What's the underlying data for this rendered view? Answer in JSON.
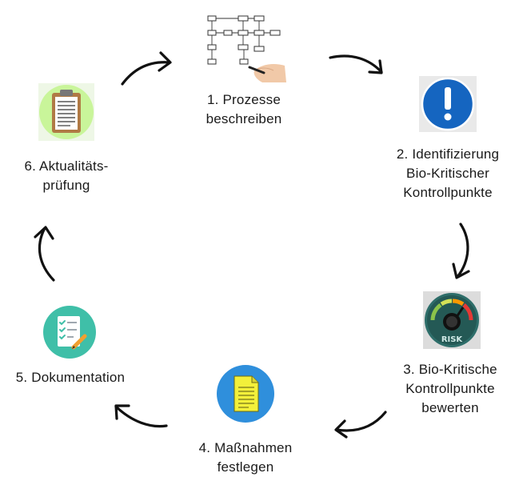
{
  "steps": [
    {
      "id": 1,
      "lines": [
        "1. Prozesse",
        "beschreiben"
      ],
      "icon": "flowchart-drawing-icon"
    },
    {
      "id": 2,
      "lines": [
        "2. Identifizierung",
        "Bio-Kritischer",
        "Kontrollpunkte"
      ],
      "icon": "exclamation-icon"
    },
    {
      "id": 3,
      "lines": [
        "3. Bio-Kritische",
        "Kontrollpunkte",
        "bewerten"
      ],
      "icon": "risk-gauge-icon",
      "icon_text": "RISK"
    },
    {
      "id": 4,
      "lines": [
        "4. Maßnahmen",
        "festlegen"
      ],
      "icon": "document-icon"
    },
    {
      "id": 5,
      "lines": [
        "5. Dokumentation"
      ],
      "icon": "checklist-icon"
    },
    {
      "id": 6,
      "lines": [
        "6. Aktualitäts-",
        "prüfung"
      ],
      "icon": "clipboard-icon"
    }
  ],
  "colors": {
    "arrow": "#111111",
    "warning_blue": "#1565c0",
    "gauge_teal": "#2e6e6a",
    "doc_blue": "#2f8fdc",
    "doc_yellow": "#f3f03a",
    "checklist_teal": "#3fbfa8",
    "clipboard_green": "#c9f59a"
  }
}
